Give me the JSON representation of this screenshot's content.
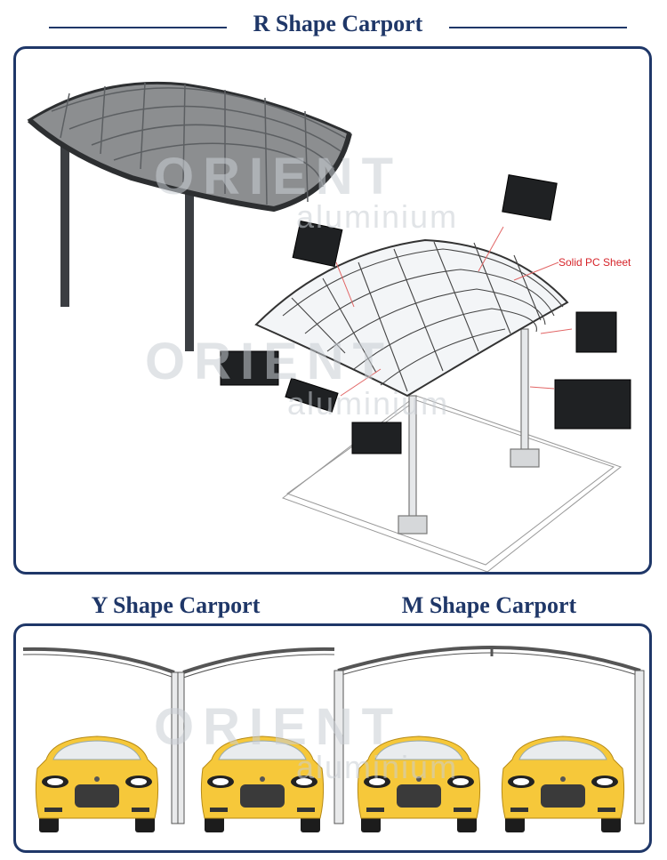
{
  "sections": {
    "r_shape": {
      "title": "R Shape Carport"
    },
    "y_shape": {
      "title": "Y Shape Carport"
    },
    "m_shape": {
      "title": "M Shape Carport"
    }
  },
  "callout": {
    "label": "Solid PC Sheet"
  },
  "watermark": {
    "brand": "ORIENT",
    "sub": "aluminium"
  },
  "colors": {
    "accent": "#1f3768",
    "car": "#f6c83a",
    "callout": "#d6242a"
  }
}
